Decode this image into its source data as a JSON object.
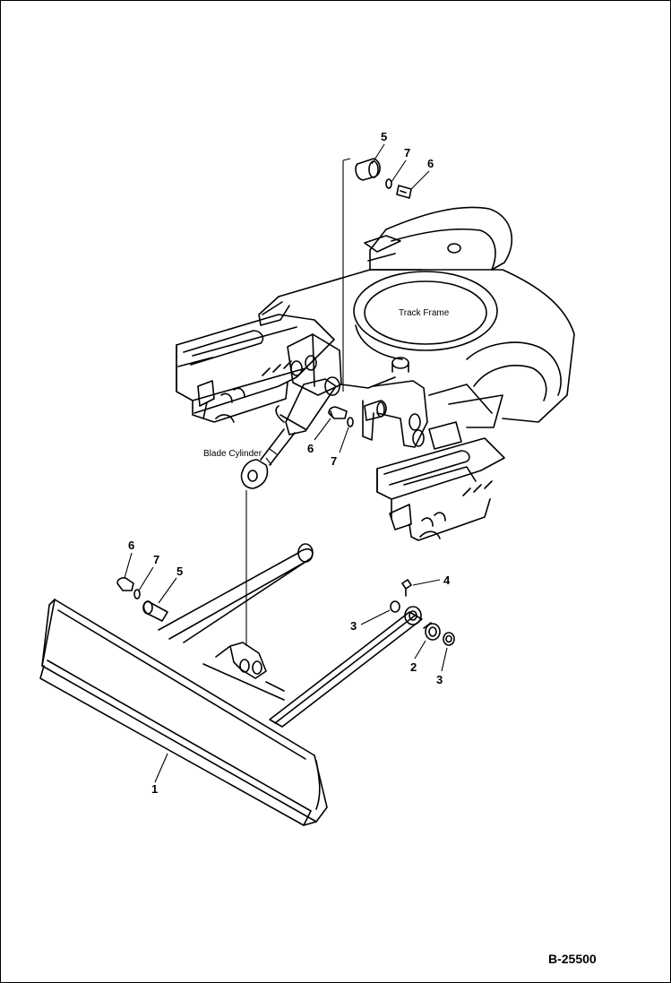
{
  "drawing": {
    "code": "B-25500",
    "text_labels": {
      "track_frame": "Track Frame",
      "blade_cylinder": "Blade Cylinder"
    },
    "callouts": [
      {
        "id": "c1",
        "number": "1"
      },
      {
        "id": "c2",
        "number": "2"
      },
      {
        "id": "c3a",
        "number": "3"
      },
      {
        "id": "c3b",
        "number": "3"
      },
      {
        "id": "c4",
        "number": "4"
      },
      {
        "id": "c5a",
        "number": "5"
      },
      {
        "id": "c5b",
        "number": "5"
      },
      {
        "id": "c6a",
        "number": "6"
      },
      {
        "id": "c6b",
        "number": "6"
      },
      {
        "id": "c6c",
        "number": "6"
      },
      {
        "id": "c7a",
        "number": "7"
      },
      {
        "id": "c7b",
        "number": "7"
      },
      {
        "id": "c7c",
        "number": "7"
      }
    ]
  }
}
